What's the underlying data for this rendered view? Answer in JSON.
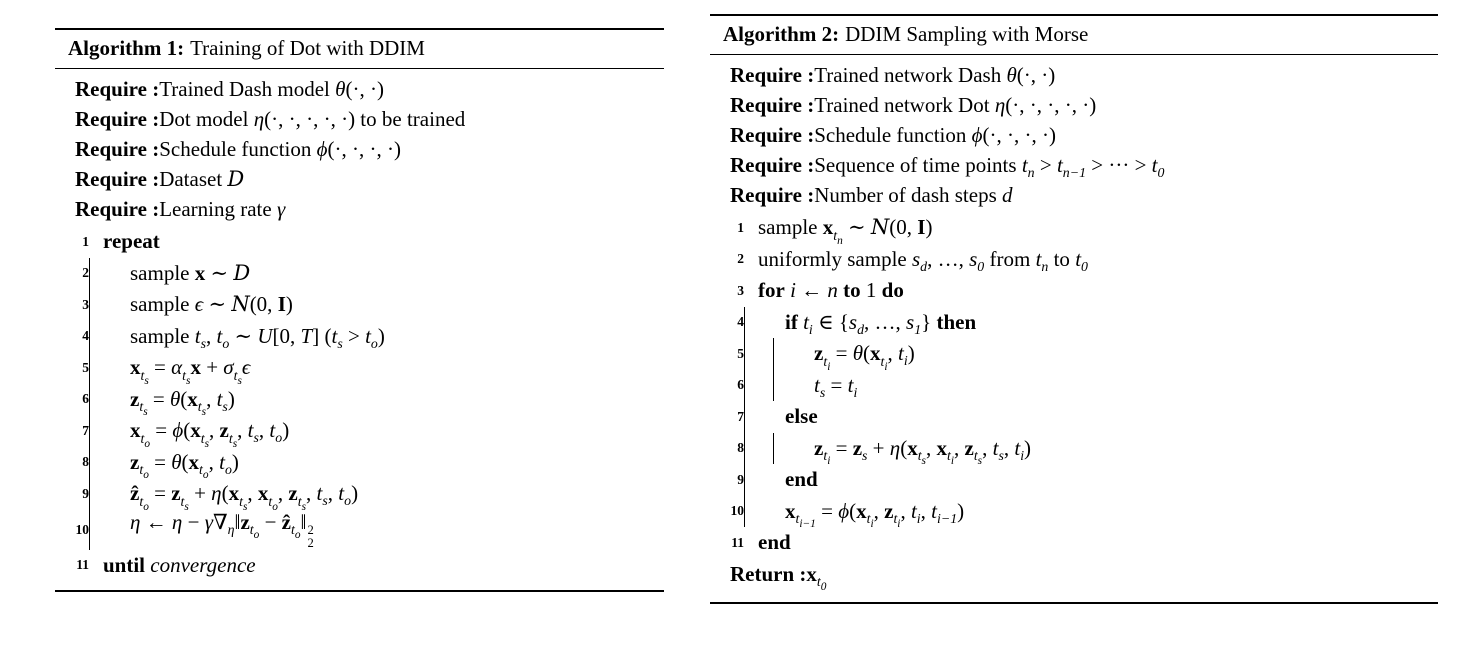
{
  "colors": {
    "text": "#000000",
    "background": "#ffffff",
    "rule": "#000000"
  },
  "algorithms": [
    {
      "title_label": "Algorithm 1:",
      "title_text": "Training of Dot with DDIM",
      "require_label": "Require :",
      "requires": [
        "Trained Dash model <i>θ</i>(·, ·)",
        "Dot model <i>η</i>(·, ·, ·, ·, ·) to be trained",
        "Schedule function <i>ϕ</i>(·, ·, ·, ·)",
        "Dataset <span class=\"cal\">D</span>",
        "Learning rate <i>γ</i>"
      ],
      "lines": [
        {
          "no": "1",
          "indent": 0,
          "html": "<b>repeat</b>"
        },
        {
          "no": "2",
          "indent": 1,
          "html": "sample <b>x</b> ∼ <span class=\"cal\">D</span>"
        },
        {
          "no": "3",
          "indent": 1,
          "html": "sample <i>ϵ</i> ∼ <span class=\"cal\">N</span>(0, <b>I</b>)"
        },
        {
          "no": "4",
          "indent": 1,
          "html": "sample <i>t<sub>s</sub></i>, <i>t<sub>o</sub></i> ∼ <i>U</i>[0, <i>T</i>] (<i>t<sub>s</sub></i> &gt; <i>t<sub>o</sub></i>)"
        },
        {
          "no": "5",
          "indent": 1,
          "html": "<b>x</b><sub><i>t<sub>s</sub></i></sub> = <i>α</i><sub><i>t<sub>s</sub></i></sub><b>x</b> + <i>σ</i><sub><i>t<sub>s</sub></i></sub><i>ϵ</i>"
        },
        {
          "no": "6",
          "indent": 1,
          "html": "<b>z</b><sub><i>t<sub>s</sub></i></sub> = <i>θ</i>(<b>x</b><sub><i>t<sub>s</sub></i></sub>, <i>t<sub>s</sub></i>)"
        },
        {
          "no": "7",
          "indent": 1,
          "html": "<b>x</b><sub><i>t<sub>o</sub></i></sub> = <i>ϕ</i>(<b>x</b><sub><i>t<sub>s</sub></i></sub>, <b>z</b><sub><i>t<sub>s</sub></i></sub>, <i>t<sub>s</sub></i>, <i>t<sub>o</sub></i>)"
        },
        {
          "no": "8",
          "indent": 1,
          "html": "<b>z</b><sub><i>t<sub>o</sub></i></sub> = <i>θ</i>(<b>x</b><sub><i>t<sub>o</sub></i></sub>, <i>t<sub>o</sub></i>)"
        },
        {
          "no": "9",
          "indent": 1,
          "html": "<b>ẑ</b><sub><i>t<sub>o</sub></i></sub> = <b>z</b><sub><i>t<sub>s</sub></i></sub> + <i>η</i>(<b>x</b><sub><i>t<sub>s</sub></i></sub>, <b>x</b><sub><i>t<sub>o</sub></i></sub>, <b>z</b><sub><i>t<sub>s</sub></i></sub>, <i>t<sub>s</sub></i>, <i>t<sub>o</sub></i>)"
        },
        {
          "no": "10",
          "indent": 1,
          "html": "<i>η</i> ← <i>η</i> − <i>γ</i>∇<sub><i>η</i></sub>‖<b>z</b><sub><i>t<sub>o</sub></i></sub> − <b>ẑ</b><sub><i>t<sub>o</sub></i></sub>‖<span class=\"stack\"><span>2</span><span>2</span></span>"
        },
        {
          "no": "11",
          "indent": 0,
          "html": "<b>until</b> <i>convergence</i>"
        }
      ],
      "result_label": null,
      "result_html": null
    },
    {
      "title_label": "Algorithm 2:",
      "title_text": "DDIM Sampling with Morse",
      "require_label": "Require :",
      "requires": [
        "Trained network Dash <i>θ</i>(·, ·)",
        "Trained network Dot <i>η</i>(·, ·, ·, ·, ·)",
        "Schedule function <i>ϕ</i>(·, ·, ·, ·)",
        "Sequence of time points <i>t<sub>n</sub></i> &gt; <i>t<sub>n−1</sub></i> &gt; ··· &gt; <i>t<sub>0</sub></i>",
        "Number of dash steps <i>d</i>"
      ],
      "lines": [
        {
          "no": "1",
          "indent": 0,
          "html": "sample <b>x</b><sub><i>t<sub>n</sub></i></sub> ∼ <span class=\"cal\">N</span>(0, <b>I</b>)"
        },
        {
          "no": "2",
          "indent": 0,
          "html": "uniformly sample <i>s<sub>d</sub></i>, …, <i>s<sub>0</sub></i> from <i>t<sub>n</sub></i> to <i>t<sub>0</sub></i>"
        },
        {
          "no": "3",
          "indent": 0,
          "html": "<b>for</b> <i>i</i> ← <i>n</i> <b>to</b> 1 <b>do</b>"
        },
        {
          "no": "4",
          "indent": 1,
          "html": "<b>if</b> <i>t<sub>i</sub></i> ∈ {<i>s<sub>d</sub></i>, …, <i>s<sub>1</sub></i>} <b>then</b>"
        },
        {
          "no": "5",
          "indent": 2,
          "html": "<b>z</b><sub><i>t<sub>i</sub></i></sub> = <i>θ</i>(<b>x</b><sub><i>t<sub>i</sub></i></sub>, <i>t<sub>i</sub></i>)"
        },
        {
          "no": "6",
          "indent": 2,
          "html": "<i>t<sub>s</sub></i> = <i>t<sub>i</sub></i>"
        },
        {
          "no": "7",
          "indent": 1,
          "html": "<b>else</b>"
        },
        {
          "no": "8",
          "indent": 2,
          "html": "<b>z</b><sub><i>t<sub>i</sub></i></sub> = <b>z</b><sub><i>s</i></sub> + <i>η</i>(<b>x</b><sub><i>t<sub>s</sub></i></sub>, <b>x</b><sub><i>t<sub>i</sub></i></sub>, <b>z</b><sub><i>t<sub>s</sub></i></sub>, <i>t<sub>s</sub></i>, <i>t<sub>i</sub></i>)"
        },
        {
          "no": "9",
          "indent": 1,
          "html": "<b>end</b>"
        },
        {
          "no": "10",
          "indent": 1,
          "html": "<b>x</b><sub><i>t<sub>i−1</sub></i></sub> = <i>ϕ</i>(<b>x</b><sub><i>t<sub>i</sub></i></sub>, <b>z</b><sub><i>t<sub>i</sub></i></sub>, <i>t<sub>i</sub></i>, <i>t<sub>i−1</sub></i>)"
        },
        {
          "no": "11",
          "indent": 0,
          "html": "<b>end</b>"
        }
      ],
      "result_label": "Return :",
      "result_html": "<b>x</b><sub><i>t<sub>0</sub></i></sub>"
    }
  ]
}
